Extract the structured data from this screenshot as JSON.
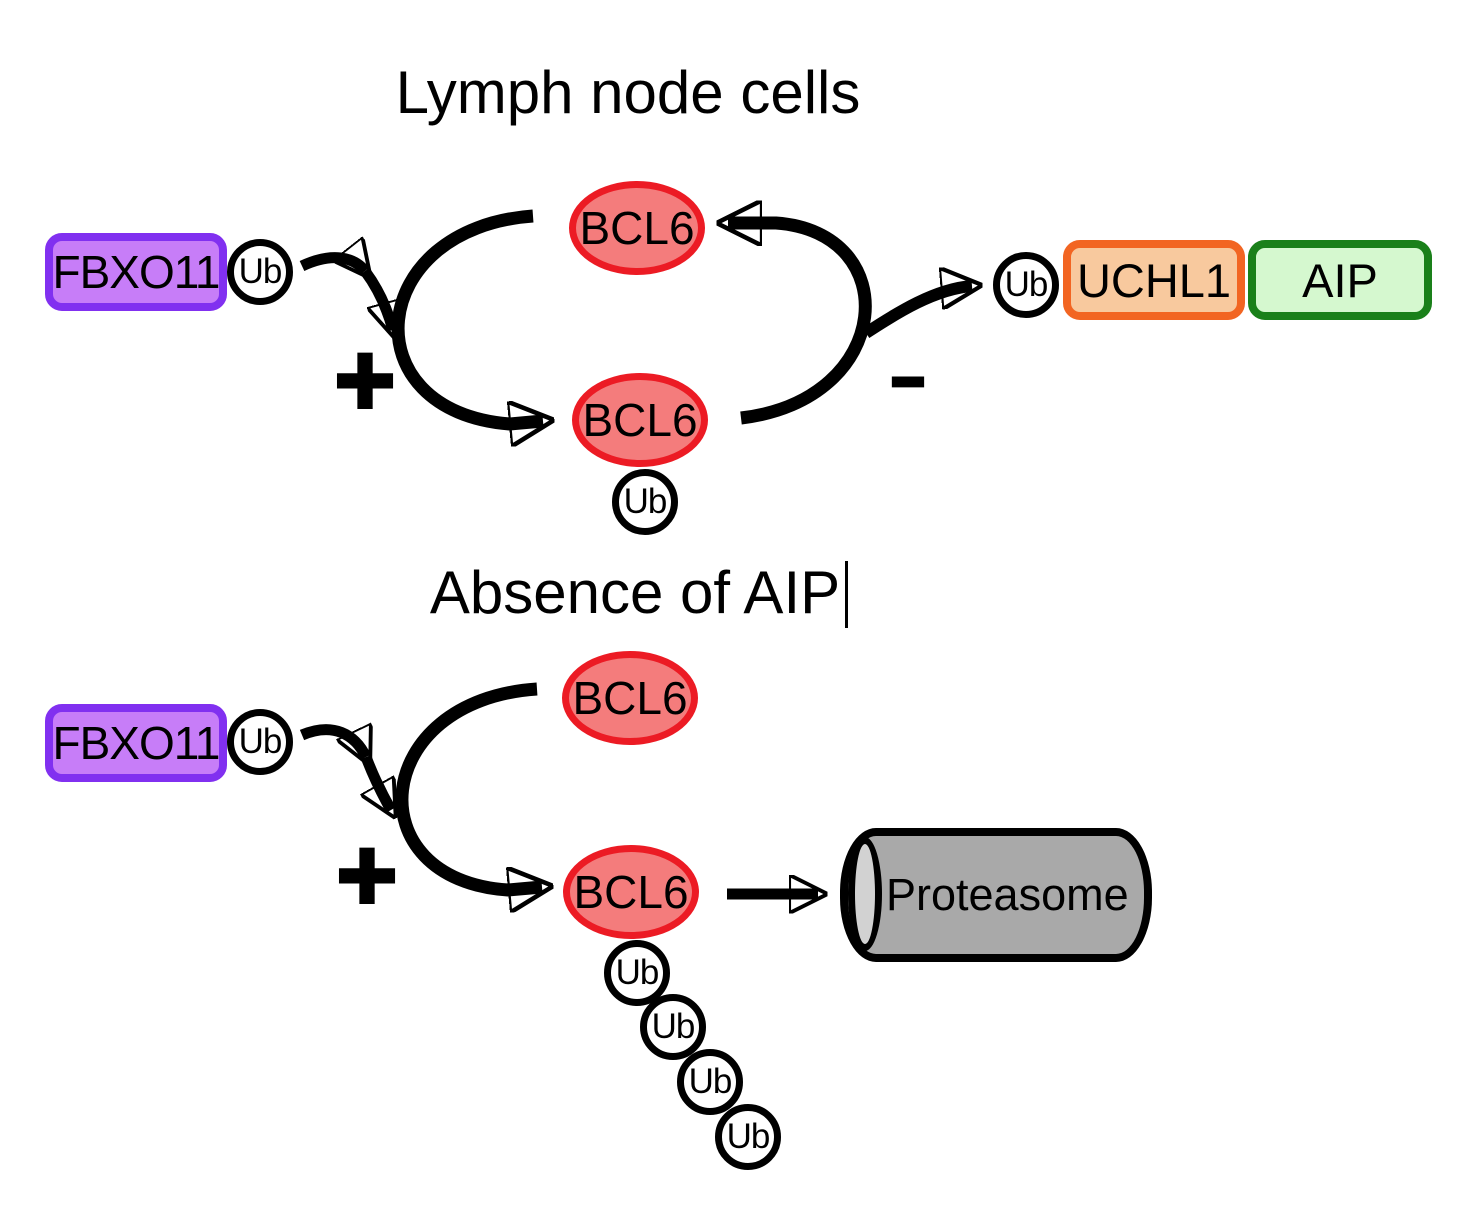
{
  "diagram": {
    "top_section": {
      "title": "Lymph node cells",
      "fbxo11_label": "FBXO11",
      "ub_label": "Ub",
      "bcl6_top_label": "BCL6",
      "bcl6_bottom_label": "BCL6",
      "bcl6_ub_label": "Ub",
      "plus_label": "+",
      "minus_label": "−",
      "right_ub_label": "Ub",
      "uchl1_label": "UCHL1",
      "aip_label": "AIP"
    },
    "bottom_section": {
      "title": "Absence of AIP",
      "fbxo11_label": "FBXO11",
      "ub_label": "Ub",
      "bcl6_top_label": "BCL6",
      "bcl6_bottom_label": "BCL6",
      "plus_label": "+",
      "proteasome_label": "Proteasome",
      "ub_chain": [
        "Ub",
        "Ub",
        "Ub",
        "Ub"
      ]
    },
    "colors": {
      "fbxo11_fill": "#C77DF8",
      "fbxo11_border": "#8130F0",
      "bcl6_fill": "#F47C7C",
      "bcl6_border": "#EC1B24",
      "uchl1_fill": "#F8C99E",
      "uchl1_border": "#F26522",
      "aip_fill": "#D5F8CF",
      "aip_border": "#1A801A",
      "proteasome_fill": "#A9A9A9",
      "proteasome_cap_fill": "#D2D2D2",
      "arrow_color": "#000000",
      "ub_fill": "#FFFFFF",
      "text_color": "#000000"
    }
  }
}
